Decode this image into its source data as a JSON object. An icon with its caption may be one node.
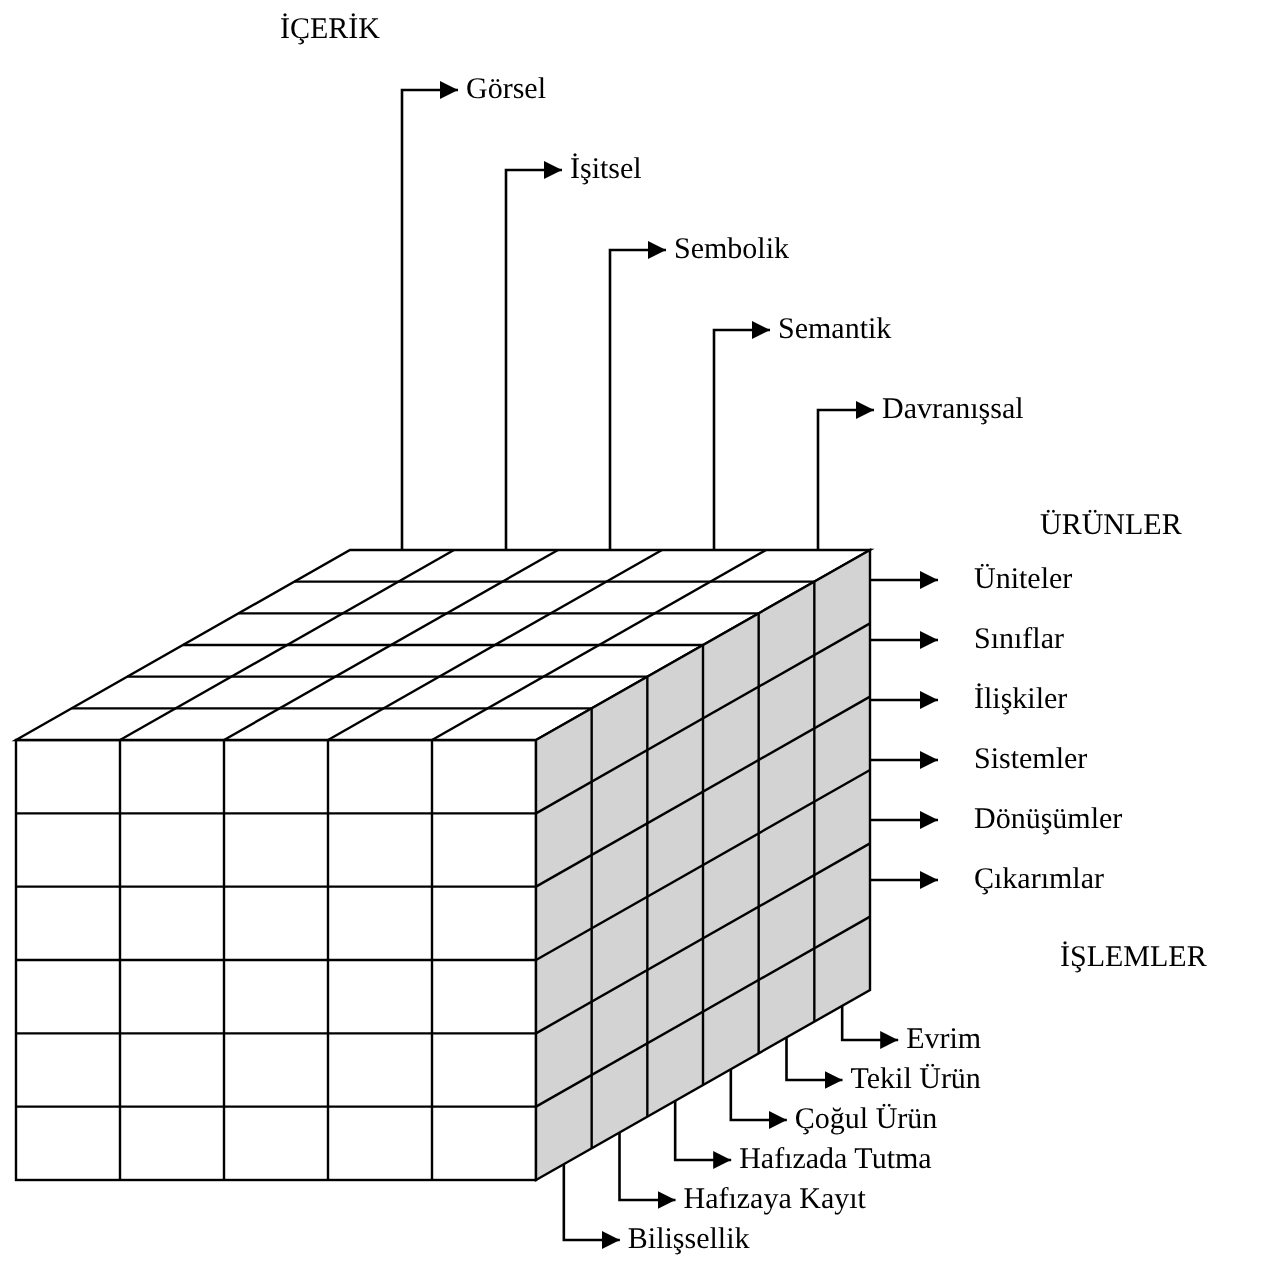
{
  "diagram": {
    "nodes": [
      {
        "text": [],
        "shape": "cube"
      },
      {
        "text": [
          "Görsel"
        ]
      },
      {
        "text": [
          "İşitsel"
        ]
      },
      {
        "text": [
          "Sembolik"
        ]
      },
      {
        "text": [
          "Semantik"
        ]
      },
      {
        "text": [
          "Davranışsal"
        ]
      },
      {
        "text": [
          "Üniteler"
        ]
      },
      {
        "text": [
          "Sınıflar"
        ]
      },
      {
        "text": [
          "İlişkiler"
        ]
      },
      {
        "text": [
          "Sistemler"
        ]
      },
      {
        "text": [
          "Dönüşümler"
        ]
      },
      {
        "text": [
          "Çıkarımlar"
        ]
      },
      {
        "text": [
          "Evrim"
        ]
      },
      {
        "text": [
          "Tekil Ürün"
        ]
      },
      {
        "text": [
          "Çoğul Ürün"
        ]
      },
      {
        "text": [
          "Hafızada Tutma"
        ]
      },
      {
        "text": [
          "Hafızaya Kayıt"
        ]
      },
      {
        "text": [
          "Bilişsellik"
        ]
      }
    ],
    "edges": [
      {
        "from": 0,
        "to": 1,
        "arrow": "to"
      },
      {
        "from": 0,
        "to": 2,
        "arrow": "to"
      },
      {
        "from": 0,
        "to": 3,
        "arrow": "to"
      },
      {
        "from": 0,
        "to": 4,
        "arrow": "to"
      },
      {
        "from": 0,
        "to": 5,
        "arrow": "to"
      },
      {
        "from": 0,
        "to": 6,
        "arrow": "to"
      },
      {
        "from": 0,
        "to": 7,
        "arrow": "to"
      },
      {
        "from": 0,
        "to": 8,
        "arrow": "to"
      },
      {
        "from": 0,
        "to": 9,
        "arrow": "to"
      },
      {
        "from": 0,
        "to": 10,
        "arrow": "to"
      },
      {
        "from": 0,
        "to": 11,
        "arrow": "to"
      },
      {
        "from": 0,
        "to": 12,
        "arrow": "to"
      },
      {
        "from": 0,
        "to": 13,
        "arrow": "to"
      },
      {
        "from": 0,
        "to": 14,
        "arrow": "to"
      },
      {
        "from": 0,
        "to": 15,
        "arrow": "to"
      },
      {
        "from": 0,
        "to": 16,
        "arrow": "to"
      },
      {
        "from": 0,
        "to": 17,
        "arrow": "to"
      }
    ],
    "labels": [
      "İÇERİK",
      "ÜRÜNLER",
      "İŞLEMLER"
    ]
  }
}
